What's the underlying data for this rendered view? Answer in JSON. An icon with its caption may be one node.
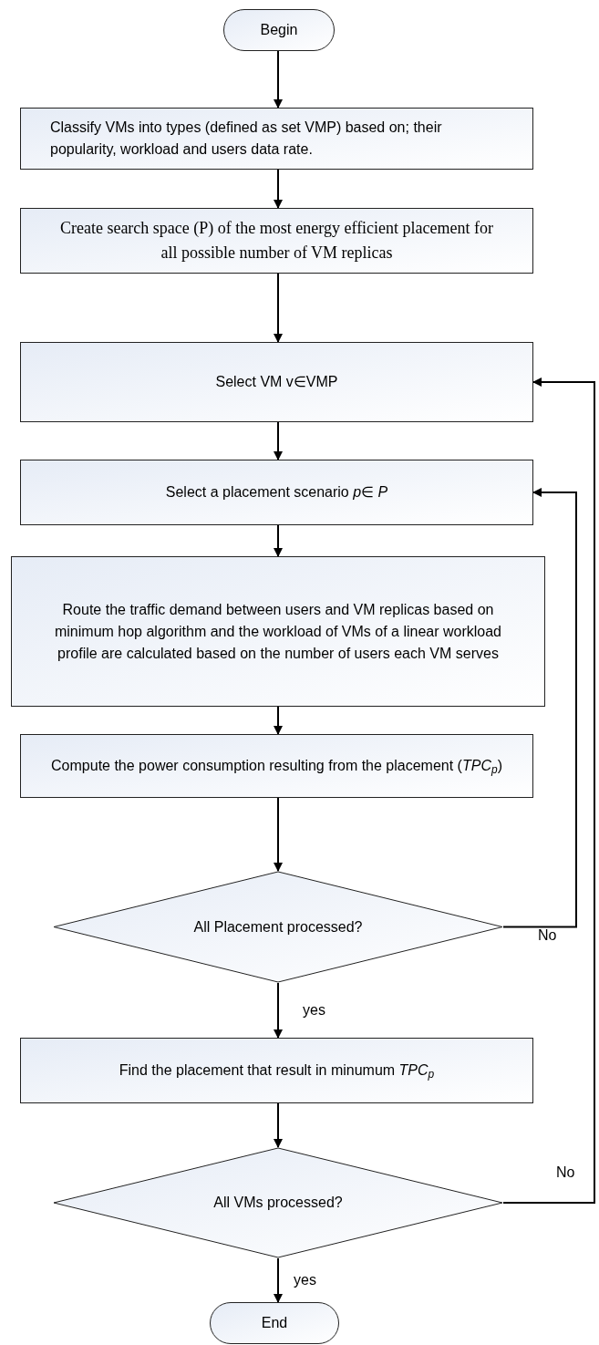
{
  "diagram": {
    "nodes": [
      {
        "text": [
          "Begin"
        ]
      },
      {
        "text": [
          "Classify VMs into types (defined as set VMP) based on; their popularity, workload and users data rate."
        ]
      },
      {
        "text": [
          "Create search space (P) of the most energy efficient placement for all possible number of VM replicas"
        ]
      },
      {
        "text": [
          "Select VM v∈VMP"
        ]
      },
      {
        "text": [
          "Select a placement scenario *p*∈ *P*"
        ]
      },
      {
        "text": [
          "Route the traffic demand between users and VM replicas based on minimum hop algorithm and the workload of VMs of a linear workload profile are calculated based on the number of users each VM serves"
        ]
      },
      {
        "text": [
          "Compute the power consumption resulting from the placement (*TPC*$_{p}$)"
        ]
      },
      {
        "text": [
          "All Placement processed?"
        ]
      },
      {
        "text": [
          "Find the placement that result in minumum *TPC*$_{p}$"
        ]
      },
      {
        "text": [
          "All VMs processed?"
        ]
      },
      {
        "text": [
          "End"
        ]
      }
    ],
    "edges": [
      {
        "from": 0,
        "to": 1,
        "arrow": "to"
      },
      {
        "from": 1,
        "to": 2,
        "arrow": "to"
      },
      {
        "from": 2,
        "to": 3,
        "arrow": "to"
      },
      {
        "from": 3,
        "to": 4,
        "arrow": "to"
      },
      {
        "from": 4,
        "to": 5,
        "arrow": "to"
      },
      {
        "from": 5,
        "to": 6,
        "arrow": "to"
      },
      {
        "from": 6,
        "to": 7,
        "arrow": "to"
      },
      {
        "from": 7,
        "to": 4,
        "arrow": "to",
        "label": "No"
      },
      {
        "from": 7,
        "to": 8,
        "arrow": "to",
        "label": "yes"
      },
      {
        "from": 8,
        "to": 9,
        "arrow": "to"
      },
      {
        "from": 9,
        "to": 3,
        "arrow": "to",
        "label": "No"
      },
      {
        "from": 9,
        "to": 10,
        "arrow": "to",
        "label": "yes"
      }
    ]
  }
}
